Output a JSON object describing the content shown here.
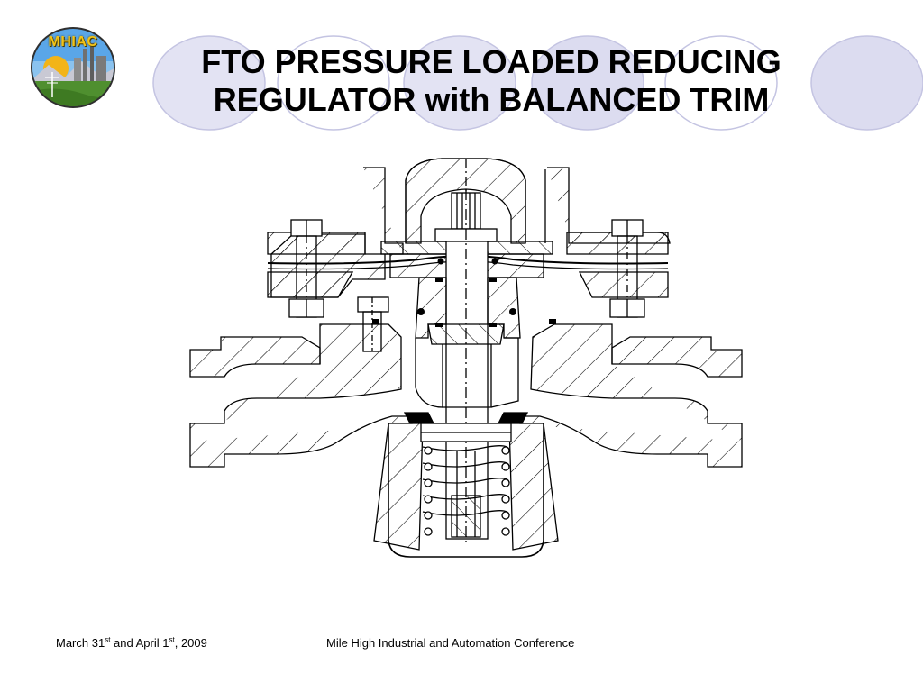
{
  "slide": {
    "title_line1": "FTO PRESSURE LOADED REDUCING",
    "title_line2": "REGULATOR with BALANCED TRIM"
  },
  "logo": {
    "text": "MHIAC",
    "icon": "mhiac-logo"
  },
  "footer": {
    "date_part1": "March 31",
    "date_sup1": "st",
    "date_part2": " and April 1",
    "date_sup2": "st",
    "date_part3": ", 2009",
    "conference": "Mile High Industrial and Automation Conference"
  },
  "colors": {
    "oval_fill": "#dcdcf0",
    "oval_stroke": "#b8b8dc",
    "drawing_line": "#000000",
    "logo_sky": "#5aa6e8",
    "logo_ground": "#4f8f2f",
    "logo_text": "#f3c316"
  }
}
